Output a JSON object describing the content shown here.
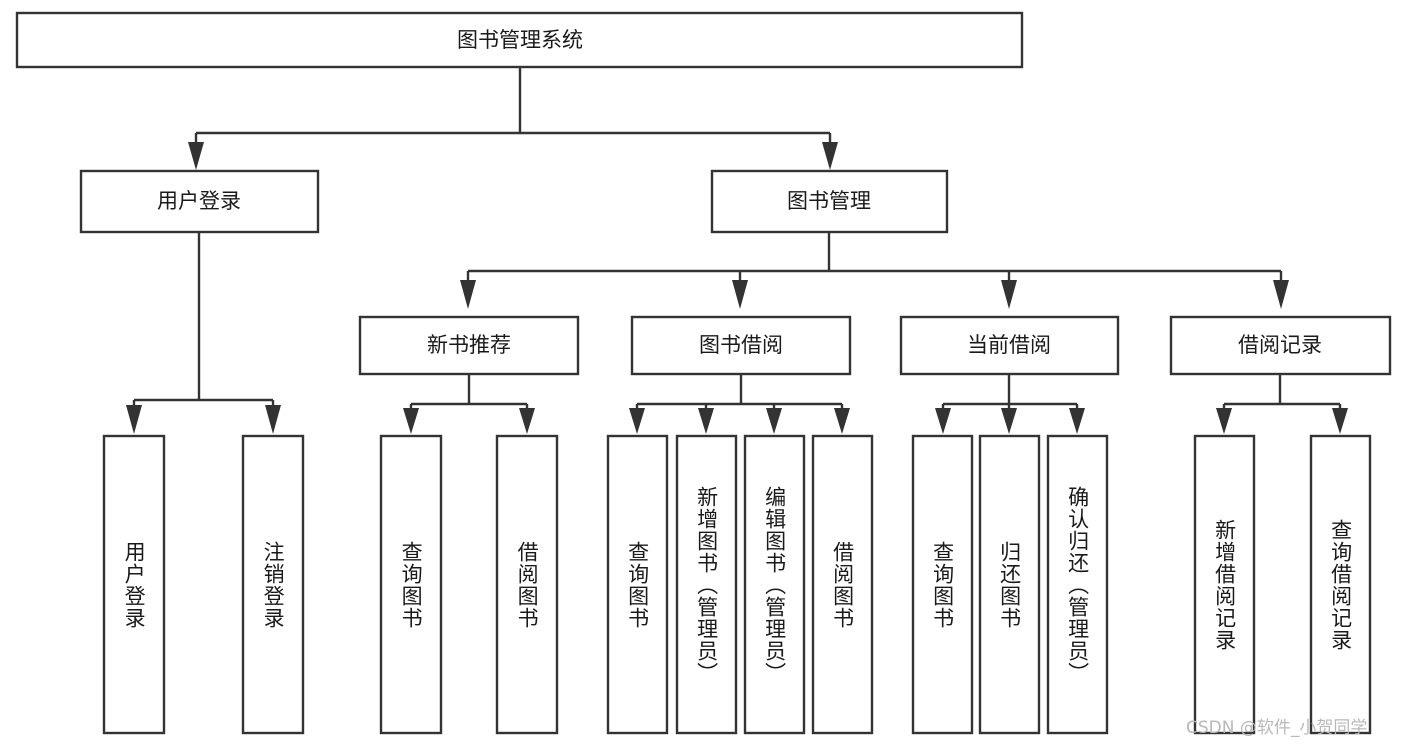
{
  "diagram": {
    "title": "图书管理系统",
    "type": "hierarchy-tree",
    "root": {
      "label": "图书管理系统",
      "children": [
        {
          "label": "用户登录",
          "children": [
            {
              "label": "用户登录"
            },
            {
              "label": "注销登录"
            }
          ]
        },
        {
          "label": "图书管理",
          "children": [
            {
              "label": "新书推荐",
              "children": [
                {
                  "label": "查询图书"
                },
                {
                  "label": "借阅图书"
                }
              ]
            },
            {
              "label": "图书借阅",
              "children": [
                {
                  "label": "查询图书"
                },
                {
                  "label": "新增图书（管理员）"
                },
                {
                  "label": "编辑图书（管理员）"
                },
                {
                  "label": "借阅图书"
                }
              ]
            },
            {
              "label": "当前借阅",
              "children": [
                {
                  "label": "查询图书"
                },
                {
                  "label": "归还图书"
                },
                {
                  "label": "确认归还（管理员）"
                }
              ]
            },
            {
              "label": "借阅记录",
              "children": [
                {
                  "label": "新增借阅记录"
                },
                {
                  "label": "查询借阅记录"
                }
              ]
            }
          ]
        }
      ]
    },
    "nodes": {
      "root_title": "图书管理系统",
      "l2_user_login": "用户登录",
      "l2_book_mgmt": "图书管理",
      "l3_new_book_rec": "新书推荐",
      "l3_book_borrow": "图书借阅",
      "l3_current_borrow": "当前借阅",
      "l3_borrow_record": "借阅记录",
      "leaf_user_login": "用户登录",
      "leaf_logout": "注销登录",
      "leaf_rec_query": "查询图书",
      "leaf_rec_borrow": "借阅图书",
      "leaf_bb_query": "查询图书",
      "leaf_bb_add": "新增图书（管理员）",
      "leaf_bb_edit": "编辑图书（管理员）",
      "leaf_bb_borrow": "借阅图书",
      "leaf_cb_query": "查询图书",
      "leaf_cb_return": "归还图书",
      "leaf_cb_confirm": "确认归还（管理员）",
      "leaf_br_add": "新增借阅记录",
      "leaf_br_query": "查询借阅记录"
    },
    "colors": {
      "stroke": "#333333",
      "fill": "#ffffff",
      "text": "#1a1a1a",
      "watermark": "#b8b8b8"
    }
  },
  "watermark": {
    "text": "CSDN @软件_小贺同学"
  }
}
